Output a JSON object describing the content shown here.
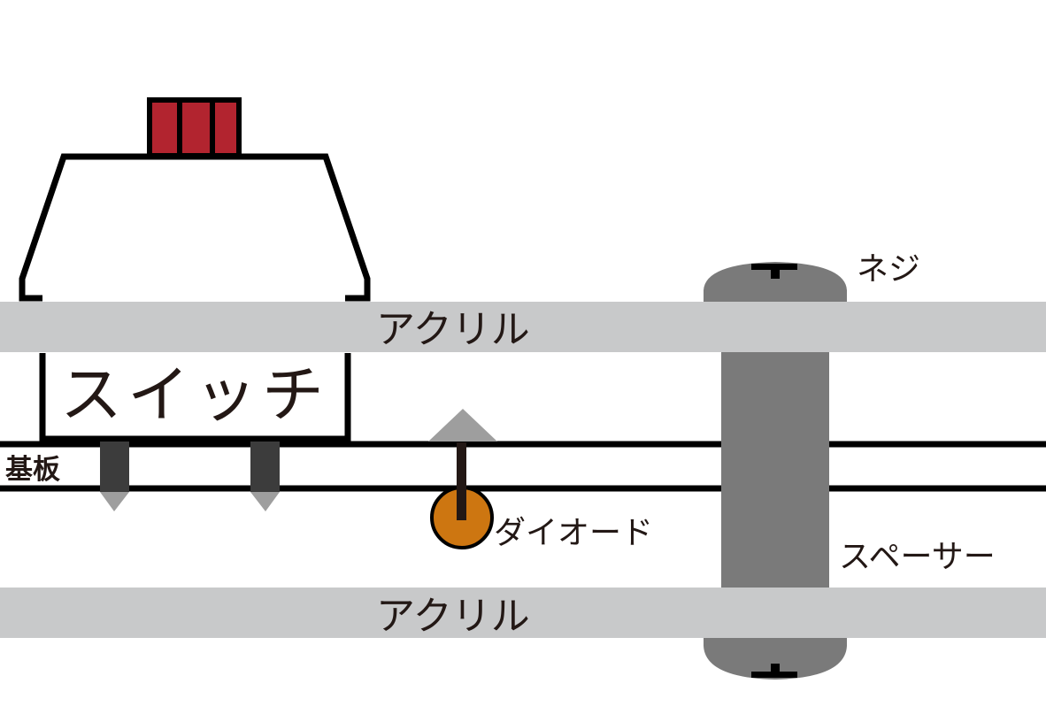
{
  "labels": {
    "acrylic_top": "アクリル",
    "acrylic_bottom": "アクリル",
    "switch": "スイッチ",
    "pcb": "基板",
    "diode": "ダイオード",
    "screw": "ネジ",
    "spacer": "スペーサー"
  },
  "colors": {
    "acrylic": "#c8c9ca",
    "spacer": "#7a7a7a",
    "switch_stem": "#b2242f",
    "diode": "#cd7611",
    "pins": "#3c3c3c",
    "arrow": "#9e9e9e",
    "outline": "#000000",
    "text": "#231815"
  }
}
